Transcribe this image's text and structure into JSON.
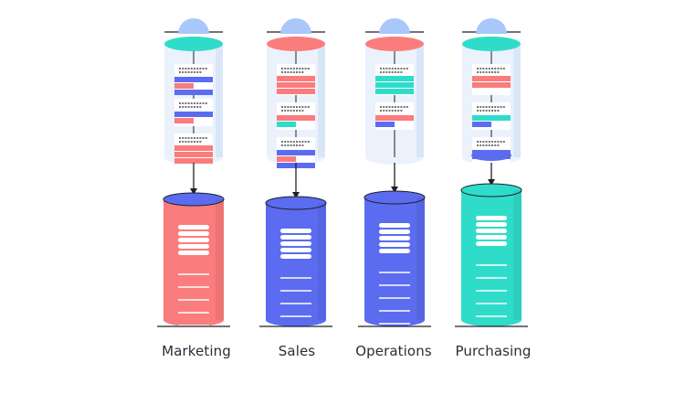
{
  "departments": [
    {
      "label": "Marketing",
      "color_key": "coral",
      "top_cap": "teal",
      "blocks": [
        {
          "type": "mixed",
          "colors": [
            "blue",
            "coral",
            "blue"
          ]
        },
        {
          "type": "mixed",
          "colors": [
            "blue",
            "coral"
          ]
        },
        {
          "type": "rows",
          "colors": [
            "coral",
            "coral",
            "coral"
          ]
        }
      ]
    },
    {
      "label": "Sales",
      "color_key": "blue",
      "top_cap": "coral",
      "blocks": [
        {
          "type": "rows",
          "colors": [
            "coral",
            "coral",
            "coral"
          ]
        },
        {
          "type": "mixed",
          "colors": [
            "coral",
            "teal"
          ]
        },
        {
          "type": "mixed",
          "colors": [
            "blue",
            "coral",
            "blue"
          ]
        }
      ]
    },
    {
      "label": "Operations",
      "color_key": "blue",
      "top_cap": "coral",
      "blocks": [
        {
          "type": "rows",
          "colors": [
            "teal",
            "teal",
            "teal"
          ]
        },
        {
          "type": "mixed",
          "colors": [
            "coral",
            "blue"
          ]
        }
      ]
    },
    {
      "label": "Purchasing",
      "color_key": "teal",
      "top_cap": "teal",
      "blocks": [
        {
          "type": "rows",
          "colors": [
            "coral",
            "coral"
          ]
        },
        {
          "type": "mixed",
          "colors": [
            "teal",
            "blue"
          ]
        },
        {
          "type": "mixed",
          "colors": [
            "blue"
          ]
        }
      ]
    }
  ],
  "colors": {
    "coral": "#fb7c7c",
    "blue": "#5b6cf0",
    "teal": "#2fdcc9",
    "dome": "#a9c7fb",
    "glass": "#e6eefb",
    "text": "#2c2c3a",
    "line": "#1f1f2a"
  }
}
